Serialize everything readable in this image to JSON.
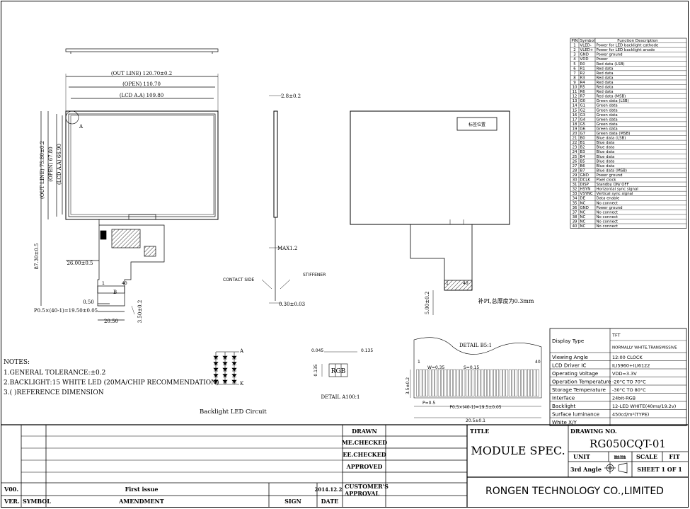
{
  "dimensions": {
    "outline_width": "(OUT LINE) 120.70±0.2",
    "open_width": "(OPEN) 110.70",
    "active_width": "(LCD A.A) 109.80",
    "outline_height": "(OUT LINE) 75.80±0.2",
    "open_height": "(OPEN) 67.80",
    "active_height": "(LCD A.A) 66.90",
    "total_height": "87.30±0.5",
    "fpc_offset": "26.00±0.5",
    "fpc_width": "20.50",
    "fpc_tail": "3.50±0.2",
    "fpc_pad_thk": "0.50",
    "pitch_formula": "P0.5×(40-1)=19.50±0.05",
    "thickness": "2.8±0.2",
    "max_thickness": "MAX1.2",
    "fpc_thickness": "0.30±0.03",
    "back_tail": "5.00±0.2",
    "contact_side": "CONTACT SIDE",
    "stiffener": "STIFFENER",
    "label_a": "A",
    "label_b": "B",
    "label_1": "1",
    "label_40": "40"
  },
  "back_view": {
    "label_box": "标签位置",
    "note": "补PI,总厚度为0.3mm",
    "pin1": "1",
    "pin40": "40"
  },
  "notes": {
    "title": "NOTES:",
    "items": [
      "1.GENERAL TOLERANCE:±0.2",
      "2.BACKLIGHT:15 WHITE LED (20MA/CHIP RECOMMENDATION)",
      "3.( )REFERENCE DIMENSION"
    ]
  },
  "led_circuit": {
    "title": "Backlight LED Circuit",
    "anode": "A",
    "cathode": "K"
  },
  "detail_a": {
    "title": "DETAIL A100:1",
    "dim_h": "0.045",
    "dim_w": "0.135",
    "dim_v": "0.135",
    "rgb": "RGB"
  },
  "detail_b": {
    "title": "DETAIL B5:1",
    "pin1": "1",
    "pin40": "40",
    "pad_w": "W=0.35",
    "gap": "S=0.15",
    "pitch": "P=0.5",
    "pitch_total": "P0.5×(40-1)=19.5±0.05",
    "overall": "20.5±0.1",
    "height": "3.5±0.2"
  },
  "pin_table": {
    "headers": [
      "PIN",
      "Symbol",
      "Function Description"
    ],
    "rows": [
      [
        "1",
        "VLED-",
        "Power for LED backlight cathode"
      ],
      [
        "2",
        "VLED+",
        "Power for LED backlight anode"
      ],
      [
        "3",
        "GND",
        "Power ground"
      ],
      [
        "4",
        "VDD",
        "Power"
      ],
      [
        "5",
        "R0",
        "Red data (LSB)"
      ],
      [
        "6",
        "R1",
        "Red data"
      ],
      [
        "7",
        "R2",
        "Red data"
      ],
      [
        "8",
        "R3",
        "Red data"
      ],
      [
        "9",
        "R4",
        "Red data"
      ],
      [
        "10",
        "R5",
        "Red data"
      ],
      [
        "11",
        "R6",
        "Red data"
      ],
      [
        "12",
        "R7",
        "Red data (MSB)"
      ],
      [
        "13",
        "G0",
        "Green data (LSB)"
      ],
      [
        "14",
        "G1",
        "Green data"
      ],
      [
        "15",
        "G2",
        "Green data"
      ],
      [
        "16",
        "G3",
        "Green data"
      ],
      [
        "17",
        "G4",
        "Green data"
      ],
      [
        "18",
        "G5",
        "Green data"
      ],
      [
        "19",
        "G6",
        "Green data"
      ],
      [
        "20",
        "G7",
        "Green data (MSB)"
      ],
      [
        "21",
        "B0",
        "Blue data (LSB)"
      ],
      [
        "22",
        "B1",
        "Blue data"
      ],
      [
        "23",
        "B2",
        "Blue data"
      ],
      [
        "24",
        "B3",
        "Blue data"
      ],
      [
        "25",
        "B4",
        "Blue data"
      ],
      [
        "26",
        "B5",
        "Blue data"
      ],
      [
        "27",
        "B6",
        "Blue data"
      ],
      [
        "28",
        "B7",
        "Blue data (MSB)"
      ],
      [
        "29",
        "GND",
        "Power ground"
      ],
      [
        "30",
        "DCLK",
        "Pixel clock"
      ],
      [
        "31",
        "DISP",
        "Standby ON/ OFF"
      ],
      [
        "32",
        "HSYN",
        "Horizontal sync signal"
      ],
      [
        "33",
        "VSYNC",
        "Vertical sync signal"
      ],
      [
        "34",
        "DE",
        "Data enable"
      ],
      [
        "35",
        "NC",
        "No connect"
      ],
      [
        "36",
        "GND",
        "Power ground"
      ],
      [
        "37",
        "NC",
        "No connect"
      ],
      [
        "38",
        "NC",
        "No connect"
      ],
      [
        "39",
        "NC",
        "No connect"
      ],
      [
        "40",
        "NC",
        "No connect"
      ]
    ]
  },
  "spec_table": {
    "rows": [
      {
        "label": "Display Type",
        "value": "TFT\nNORMALLY WHITE,TRANSMISSIVE"
      },
      {
        "label": "Viewing Angle",
        "value": "12:00 CLOCK"
      },
      {
        "label": "LCD Driver IC",
        "value": "ILI5960+ILI6122"
      },
      {
        "label": "Operating Voltage",
        "value": "VDD=3.3V"
      },
      {
        "label": "Operation Temperature",
        "value": "-20°C TO 70°C"
      },
      {
        "label": "Storage Temperature",
        "value": "-30°C TO 80°C"
      },
      {
        "label": "Interface",
        "value": "24bit-RGB"
      },
      {
        "label": "Backlight",
        "value": "12-LED WHITE(40ms/19.2v)"
      },
      {
        "label": "Surface luminance",
        "value": "450cd/m²(TYPE)"
      },
      {
        "label": "White X/Y",
        "value": ""
      }
    ]
  },
  "title_block": {
    "drawn": "DRAWN",
    "me_checked": "ME.CHECKED",
    "ee_checked": "EE.CHECKED",
    "approved": "APPROVED",
    "customers_approval_1": "CUSTOMER'S",
    "customers_approval_2": "APPROVAL",
    "date_label": "DATE",
    "title_label": "TITLE",
    "title": "MODULE SPEC.",
    "drawing_no_label": "DRAWING NO.",
    "drawing_no": "RG050CQT-01",
    "unit_label": "UNIT",
    "unit_value": "mm",
    "scale_label": "SCALE",
    "scale_value": "FIT",
    "angle_label": "3rd Angle",
    "sheet": "SHEET 1 OF 1",
    "company": "RONGEN TECHNOLOGY CO.,LIMITED",
    "rev_code": "V00.",
    "rev_desc": "First issue",
    "rev_date": "2014.12.2",
    "ver_label": "VER.",
    "symbol_label": "SYMBOL",
    "amendment_label": "AMENDMENT",
    "sign_label": "SIGN"
  }
}
